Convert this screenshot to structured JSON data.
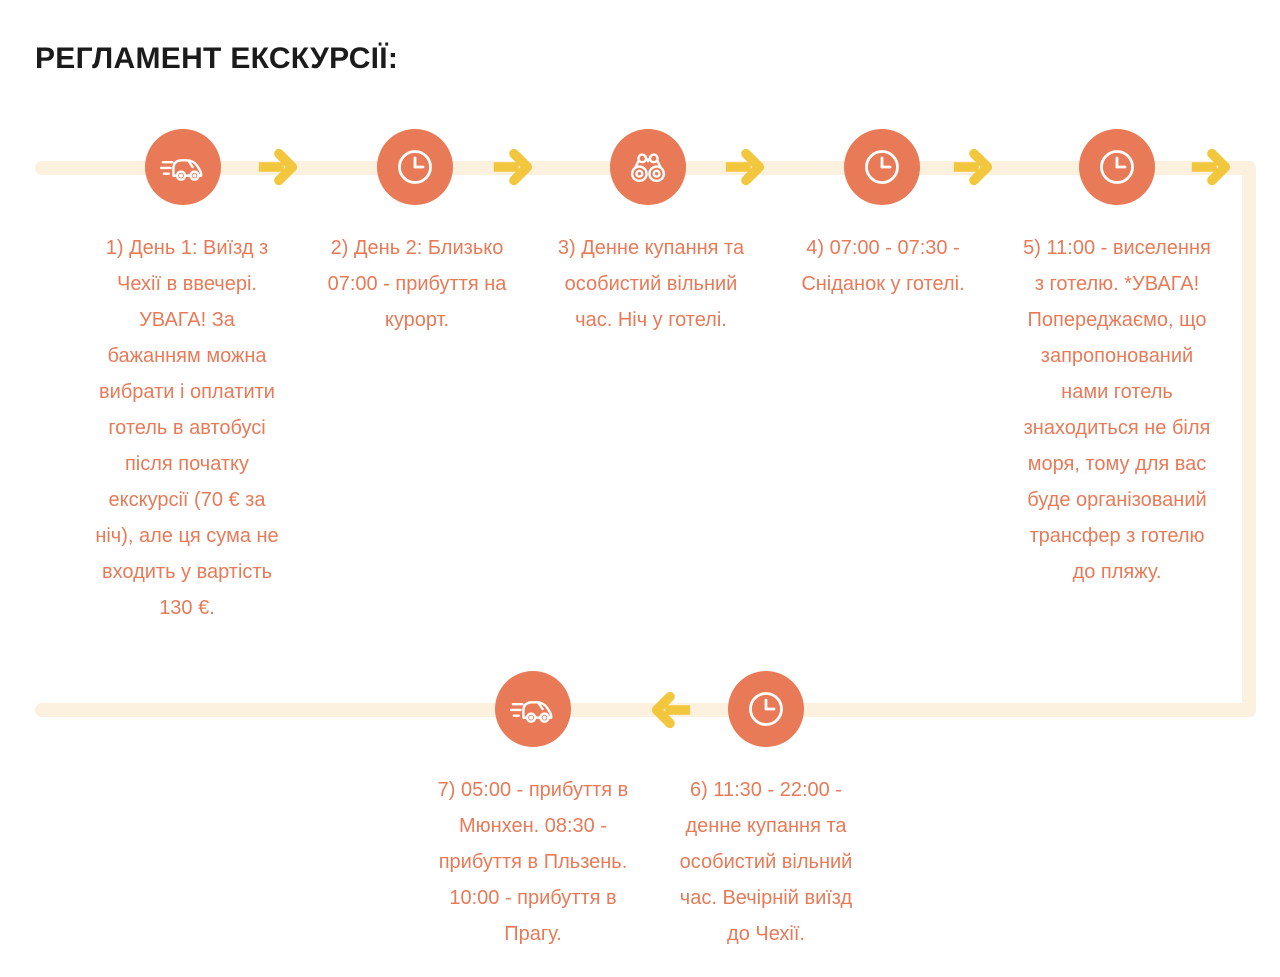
{
  "page": {
    "title": "РЕГЛАМЕНТ ЕКСКУРСІЇ:"
  },
  "colors": {
    "accent_orange": "#E87A58",
    "arrow_yellow": "#F2C63D",
    "track_beige": "#FBF1DE",
    "title_color": "#1B1B1B"
  },
  "timeline": {
    "row1_steps": [
      {
        "icon": "bus-icon",
        "text": "1) День 1: Виїзд з\nЧехії в ввечері.\nУВАГА! За\nбажанням можна\nвибрати і оплатити\nготель в автобусі\nпісля початку\nекскурсії (70 € за\nніч), але ця сума не\nвходить у вартість\n130 €."
      },
      {
        "icon": "clock-icon",
        "text": "2) День 2: Близько\n07:00 - прибуття на\nкурорт."
      },
      {
        "icon": "binoculars-icon",
        "text": "3) Денне купання та\nособистий вільний\nчас. Ніч у готелі."
      },
      {
        "icon": "clock-icon",
        "text": "4) 07:00 - 07:30 -\nСніданок у готелі."
      },
      {
        "icon": "clock-icon",
        "text": "5) 11:00 - виселення\nз готелю. *УВАГА!\nПопереджаємо, що\nзапропонований\nнами готель\nзнаходиться не біля\nморя, тому для вас\nбуде організований\nтрансфер з готелю\nдо пляжу."
      }
    ],
    "row2_steps": [
      {
        "icon": "bus-icon",
        "text": "7) 05:00 - прибуття в\nМюнхен. 08:30 -\nприбуття в Пльзень.\n10:00 - прибуття в\nПрагу."
      },
      {
        "icon": "clock-icon",
        "text": "6) 11:30 - 22:00 -\nденне купання та\nособистий вільний\nчас. Вечірній виїзд\nдо Чехії."
      }
    ],
    "connector_arrows": {
      "row1": [
        "right",
        "right",
        "right",
        "right",
        "right"
      ],
      "row2": [
        "left"
      ]
    }
  }
}
